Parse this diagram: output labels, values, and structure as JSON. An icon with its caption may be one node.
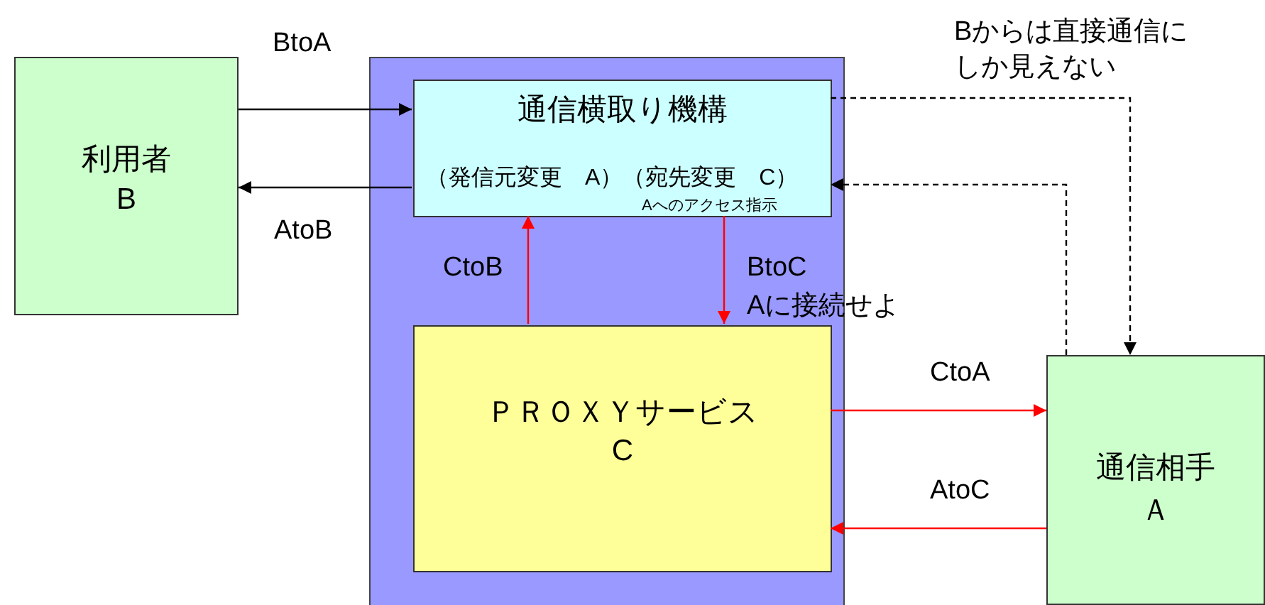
{
  "diagram": {
    "nodes": [
      {
        "text": [
          "利用者",
          "B"
        ]
      },
      {
        "text": [],
        "shape": "box"
      },
      {
        "text": [
          "通信横取り機構",
          "（発信元変更　A）（宛先変更　C）",
          "Aへのアクセス指示"
        ],
        "in": 1
      },
      {
        "text": [
          "ＰＲＯＸＹサービス",
          "C"
        ],
        "in": 1
      },
      {
        "text": [
          "通信相手",
          "Ａ"
        ]
      }
    ],
    "edges": [
      {
        "from": 0,
        "to": 2,
        "arrow": "to",
        "label": "BtoA",
        "color": "#000000"
      },
      {
        "from": 2,
        "to": 0,
        "arrow": "to",
        "label": "AtoB",
        "color": "#000000"
      },
      {
        "from": 3,
        "to": 2,
        "arrow": "to",
        "label": "CtoB",
        "color": "#ff0000"
      },
      {
        "from": 2,
        "to": 3,
        "arrow": "to",
        "label": "BtoC",
        "color": "#ff0000"
      },
      {
        "from": 3,
        "to": 4,
        "arrow": "to",
        "label": "CtoA",
        "color": "#ff0000"
      },
      {
        "from": 4,
        "to": 3,
        "arrow": "to",
        "label": "AtoC",
        "color": "#ff0000"
      },
      {
        "from": 2,
        "to": 4,
        "arrow": "to",
        "style": "dashed",
        "color": "#000000"
      },
      {
        "from": 4,
        "to": 2,
        "arrow": "to",
        "style": "dashed",
        "color": "#000000"
      }
    ],
    "labels": [
      "Bからは直接通信にしか見えない",
      "Aに接続せよ"
    ]
  }
}
